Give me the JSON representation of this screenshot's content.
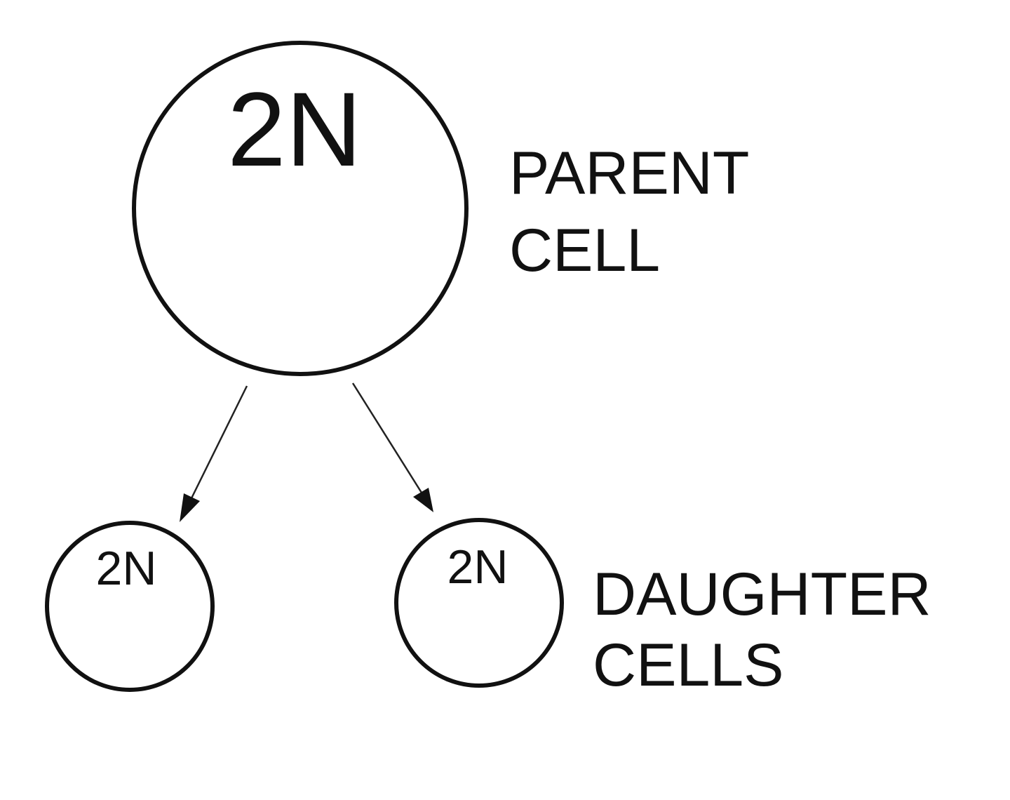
{
  "parent_cell": {
    "ploidy": "2N",
    "label_line1": "PARENT",
    "label_line2": "CELL"
  },
  "daughter_cells": [
    {
      "ploidy": "2N"
    },
    {
      "ploidy": "2N"
    }
  ],
  "daughter_label": {
    "line1": "DAUGHTER",
    "line2": "CELLS"
  }
}
